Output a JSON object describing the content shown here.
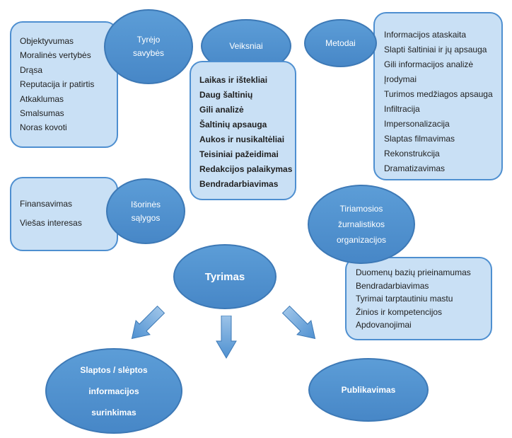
{
  "colors": {
    "background": "#FFFFFF",
    "bubble_fill": "#4F91D1",
    "bubble_fill_light": "#5C9DD7",
    "bubble_border": "#3D79B6",
    "box_fill": "#C9E0F5",
    "box_border": "#4E8FD0",
    "arrow_fill": "#4F91D1",
    "arrow_fill_light": "#9CC3E8",
    "text_dark": "#1F1F1F",
    "text_light": "#FFFFFF"
  },
  "center": {
    "label": "Tyrimas"
  },
  "groups": [
    {
      "name": "tyrejo-savybes",
      "bubble_lines": [
        "Tyrėjo",
        "savybės"
      ],
      "items": [
        "Objektyvumas",
        "Moralinės vertybės",
        "Drąsa",
        "Reputacija ir patirtis",
        "Atkaklumas",
        "Smalsumas",
        "Noras kovoti"
      ]
    },
    {
      "name": "veiksniai",
      "bubble_lines": [
        "Veiksniai"
      ],
      "items": [
        "Laikas ir ištekliai",
        "Daug šaltinių",
        "Gili analizė",
        "Šaltinių apsauga",
        "Aukos ir nusikaltėliai",
        "Teisiniai pažeidimai",
        "Redakcijos palaikymas",
        "Bendradarbiavimas"
      ]
    },
    {
      "name": "metodai",
      "bubble_lines": [
        "Metodai"
      ],
      "items": [
        "Informacijos ataskaita",
        "Slapti šaltiniai ir jų apsauga",
        "Gili informacijos analizė",
        "Įrodymai",
        "Turimos medžiagos apsauga",
        "Infiltracija",
        "Impersonalizacija",
        "Slaptas filmavimas",
        "Rekonstrukcija",
        "Dramatizavimas"
      ]
    },
    {
      "name": "isorines-salygos",
      "bubble_lines": [
        "Išorinės",
        "sąlygos"
      ],
      "items": [
        "Finansavimas",
        "Viešas interesas"
      ]
    },
    {
      "name": "organizacijos",
      "bubble_lines": [
        "Tiriamosios",
        "žurnalistikos",
        "organizacijos"
      ],
      "items": [
        "Duomenų bazių prieinamumas",
        "Bendradarbiavimas",
        "Tyrimai tarptautiniu mastu",
        "Žinios ir kompetencijos",
        "Apdovanojimai"
      ]
    }
  ],
  "outcomes": [
    {
      "name": "slaptos-informacijos-surinkimas",
      "lines": [
        "Slaptos / slėptos",
        "informacijos",
        "surinkimas"
      ]
    },
    {
      "name": "publikavimas",
      "lines": [
        "Publikavimas"
      ]
    }
  ]
}
